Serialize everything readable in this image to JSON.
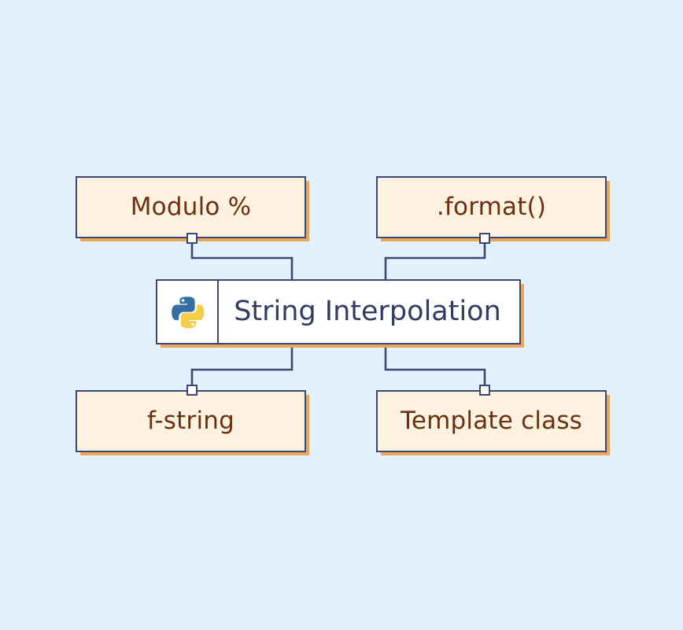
{
  "diagram": {
    "title": "String Interpolation",
    "background_color": "#e3f1fd",
    "box_fill_color": "#fdf1e0",
    "box_border_color": "#3e4673",
    "box_shadow_color": "#e8a85c",
    "leaf_text_color": "#6b3010",
    "center_text_color": "#343b63",
    "center_fill_color": "#ffffff"
  },
  "center_node": {
    "label": "String Interpolation",
    "icon": "python-logo-icon"
  },
  "nodes": [
    {
      "id": "modulo",
      "label": "Modulo %",
      "position": "top-left"
    },
    {
      "id": "format",
      "label": ".format()",
      "position": "top-right"
    },
    {
      "id": "fstring",
      "label": "f-string",
      "position": "bottom-left"
    },
    {
      "id": "template",
      "label": "Template class",
      "position": "bottom-right"
    }
  ],
  "connectors": [
    {
      "from": "modulo",
      "to": "center",
      "kind": "orthogonal"
    },
    {
      "from": "format",
      "to": "center",
      "kind": "orthogonal"
    },
    {
      "from": "center",
      "to": "fstring",
      "kind": "orthogonal"
    },
    {
      "from": "center",
      "to": "template",
      "kind": "orthogonal"
    }
  ]
}
